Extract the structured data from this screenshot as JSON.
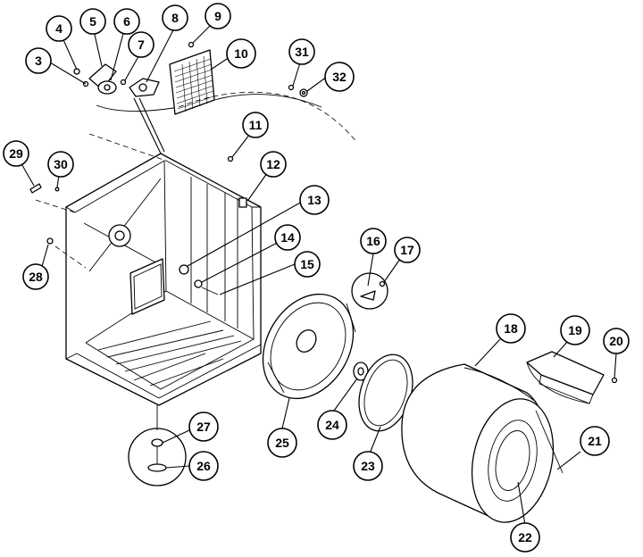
{
  "diagram": {
    "callouts": [
      {
        "id": "c1",
        "label": "3"
      },
      {
        "id": "c2",
        "label": "4"
      },
      {
        "id": "c3",
        "label": "5"
      },
      {
        "id": "c4",
        "label": "6"
      },
      {
        "id": "c5",
        "label": "7"
      },
      {
        "id": "c6",
        "label": "8"
      },
      {
        "id": "c7",
        "label": "9"
      },
      {
        "id": "c8",
        "label": "10"
      },
      {
        "id": "c9",
        "label": "31"
      },
      {
        "id": "c10",
        "label": "32"
      },
      {
        "id": "c11",
        "label": "11"
      },
      {
        "id": "c12",
        "label": "12"
      },
      {
        "id": "c13",
        "label": "13"
      },
      {
        "id": "c14",
        "label": "14"
      },
      {
        "id": "c15",
        "label": "15"
      },
      {
        "id": "c16",
        "label": "29"
      },
      {
        "id": "c17",
        "label": "30"
      },
      {
        "id": "c18",
        "label": "28"
      },
      {
        "id": "c19",
        "label": "16"
      },
      {
        "id": "c20",
        "label": "17"
      },
      {
        "id": "c21",
        "label": "18"
      },
      {
        "id": "c22",
        "label": "19"
      },
      {
        "id": "c23",
        "label": "20"
      },
      {
        "id": "c24",
        "label": "21"
      },
      {
        "id": "c25",
        "label": "22"
      },
      {
        "id": "c26",
        "label": "23"
      },
      {
        "id": "c27",
        "label": "24"
      },
      {
        "id": "c28",
        "label": "25"
      },
      {
        "id": "c29",
        "label": "27"
      },
      {
        "id": "c30",
        "label": "26"
      }
    ]
  }
}
